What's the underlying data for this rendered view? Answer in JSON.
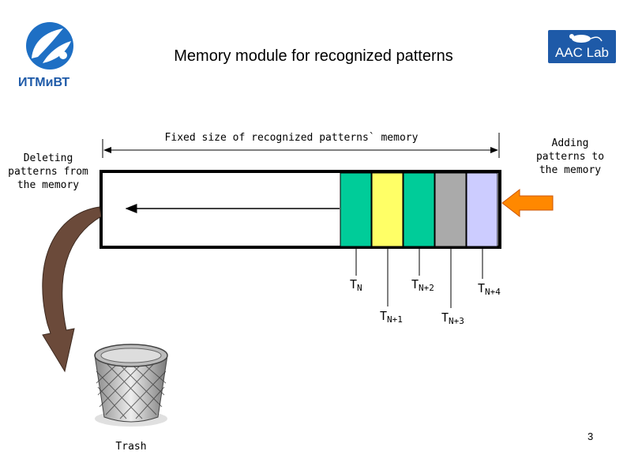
{
  "slide": {
    "title": "Memory module for recognized patterns",
    "page_number": "3"
  },
  "logos": {
    "left_text": "ИТМиВТ",
    "right_text": "AAC Lab"
  },
  "diagram": {
    "memory_label": "Fixed size of recognized patterns` memory",
    "deleting_label": [
      "Deleting",
      "patterns from",
      "the memory"
    ],
    "adding_label": [
      "Adding",
      "patterns to",
      "the memory"
    ],
    "trash_label": "Trash",
    "blocks": [
      {
        "color": "#00cc99"
      },
      {
        "color": "#ffff66"
      },
      {
        "color": "#00cc99"
      },
      {
        "color": "#aaaaaa"
      },
      {
        "color": "#ccccff"
      }
    ],
    "t_labels": [
      {
        "base": "T",
        "sub": "N"
      },
      {
        "base": "T",
        "sub": "N+1"
      },
      {
        "base": "T",
        "sub": "N+2"
      },
      {
        "base": "T",
        "sub": "N+3"
      },
      {
        "base": "T",
        "sub": "N+4"
      }
    ],
    "colors": {
      "add_arrow": "#ff8800",
      "trash_arrow": "#6b4a3a"
    }
  }
}
